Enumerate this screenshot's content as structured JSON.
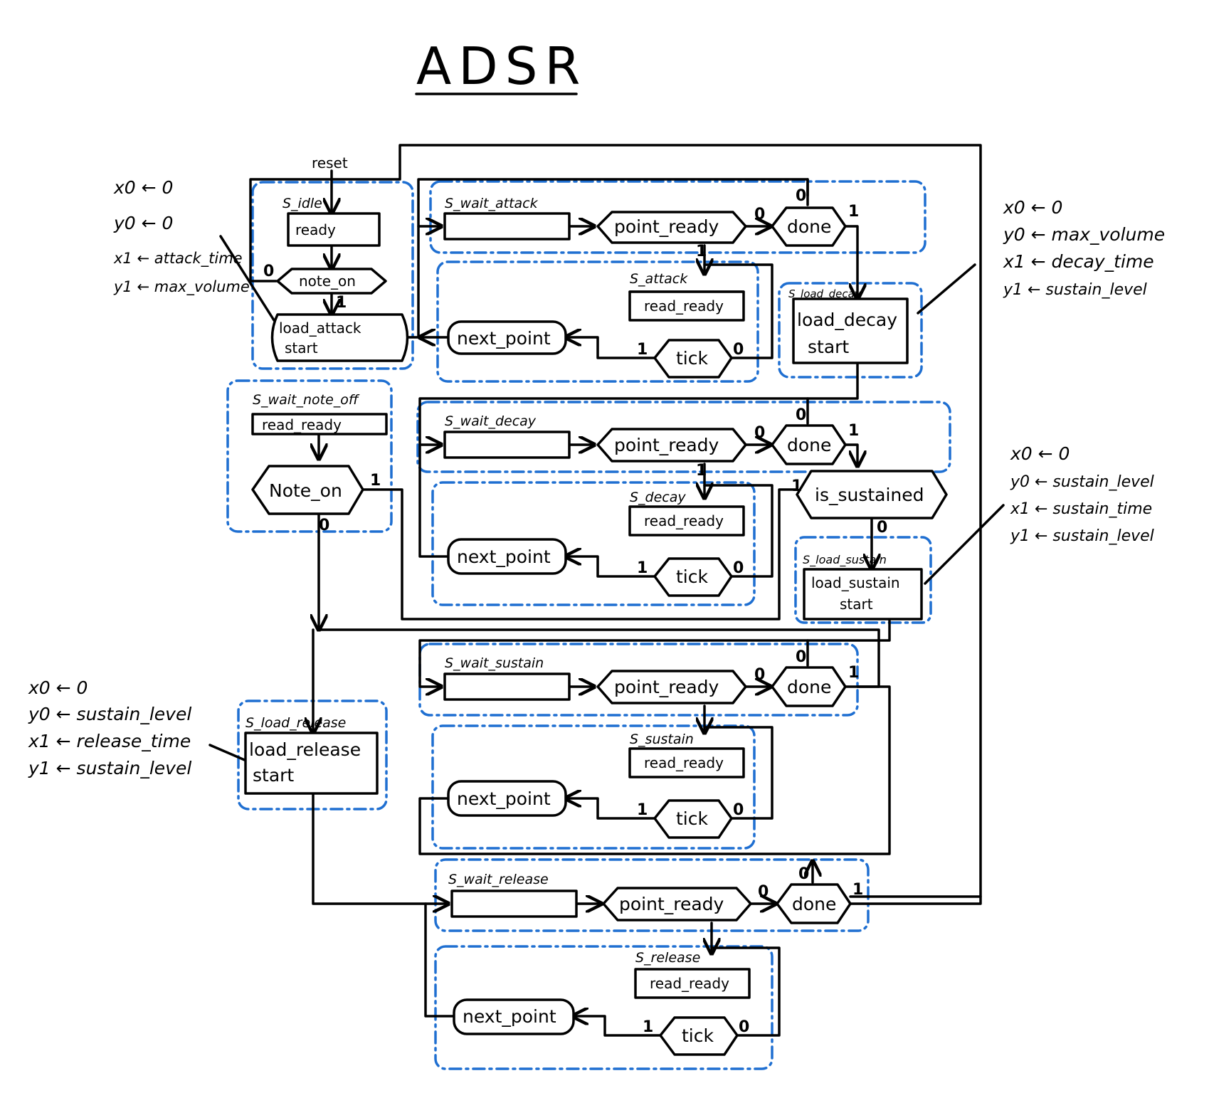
{
  "title": "ADSR",
  "states": {
    "s_idle": "S_idle",
    "s_wait_attack": "S_wait_attack",
    "s_attack": "S_attack",
    "s_load_decay": "S_load_decay",
    "s_wait_note_off": "S_wait_note_off",
    "s_wait_decay": "S_wait_decay",
    "s_decay": "S_decay",
    "s_load_sustain": "S_load_sustain",
    "s_wait_sustain": "S_wait_sustain",
    "s_sustain": "S_sustain",
    "s_load_release": "S_load_release",
    "s_wait_release": "S_wait_release",
    "s_release": "S_release"
  },
  "ops": {
    "ready": "ready",
    "note_on": "note_on",
    "note_on_2": "Note_on",
    "load_attack": "load_attack",
    "start": "start",
    "load_decay": "load_decay",
    "load_sustain": "load_sustain",
    "load_release": "load_release",
    "point_ready": "point_ready",
    "done": "done",
    "read_ready": "read_ready",
    "tick": "tick",
    "next_point": "next_point",
    "is_sustained": "is_sustained",
    "reset": "reset"
  },
  "branches": {
    "zero": "0",
    "one": "1"
  },
  "annotations": {
    "attack": [
      "x0 ← 0",
      "y0 ← 0",
      "x1 ← attack_time",
      "y1 ← max_volume"
    ],
    "decay": [
      "x0 ← 0",
      "y0 ← max_volume",
      "x1 ← decay_time",
      "y1 ← sustain_level"
    ],
    "sustain": [
      "x0 ← 0",
      "y0 ← sustain_level",
      "x1 ← sustain_time",
      "y1 ← sustain_level"
    ],
    "release": [
      "x0 ← 0",
      "y0 ← sustain_level",
      "x1 ← release_time",
      "y1 ← sustain_level"
    ]
  },
  "colors": {
    "ink": "#000000",
    "state_border": "#1f6fd1",
    "paper": "#ffffff"
  }
}
